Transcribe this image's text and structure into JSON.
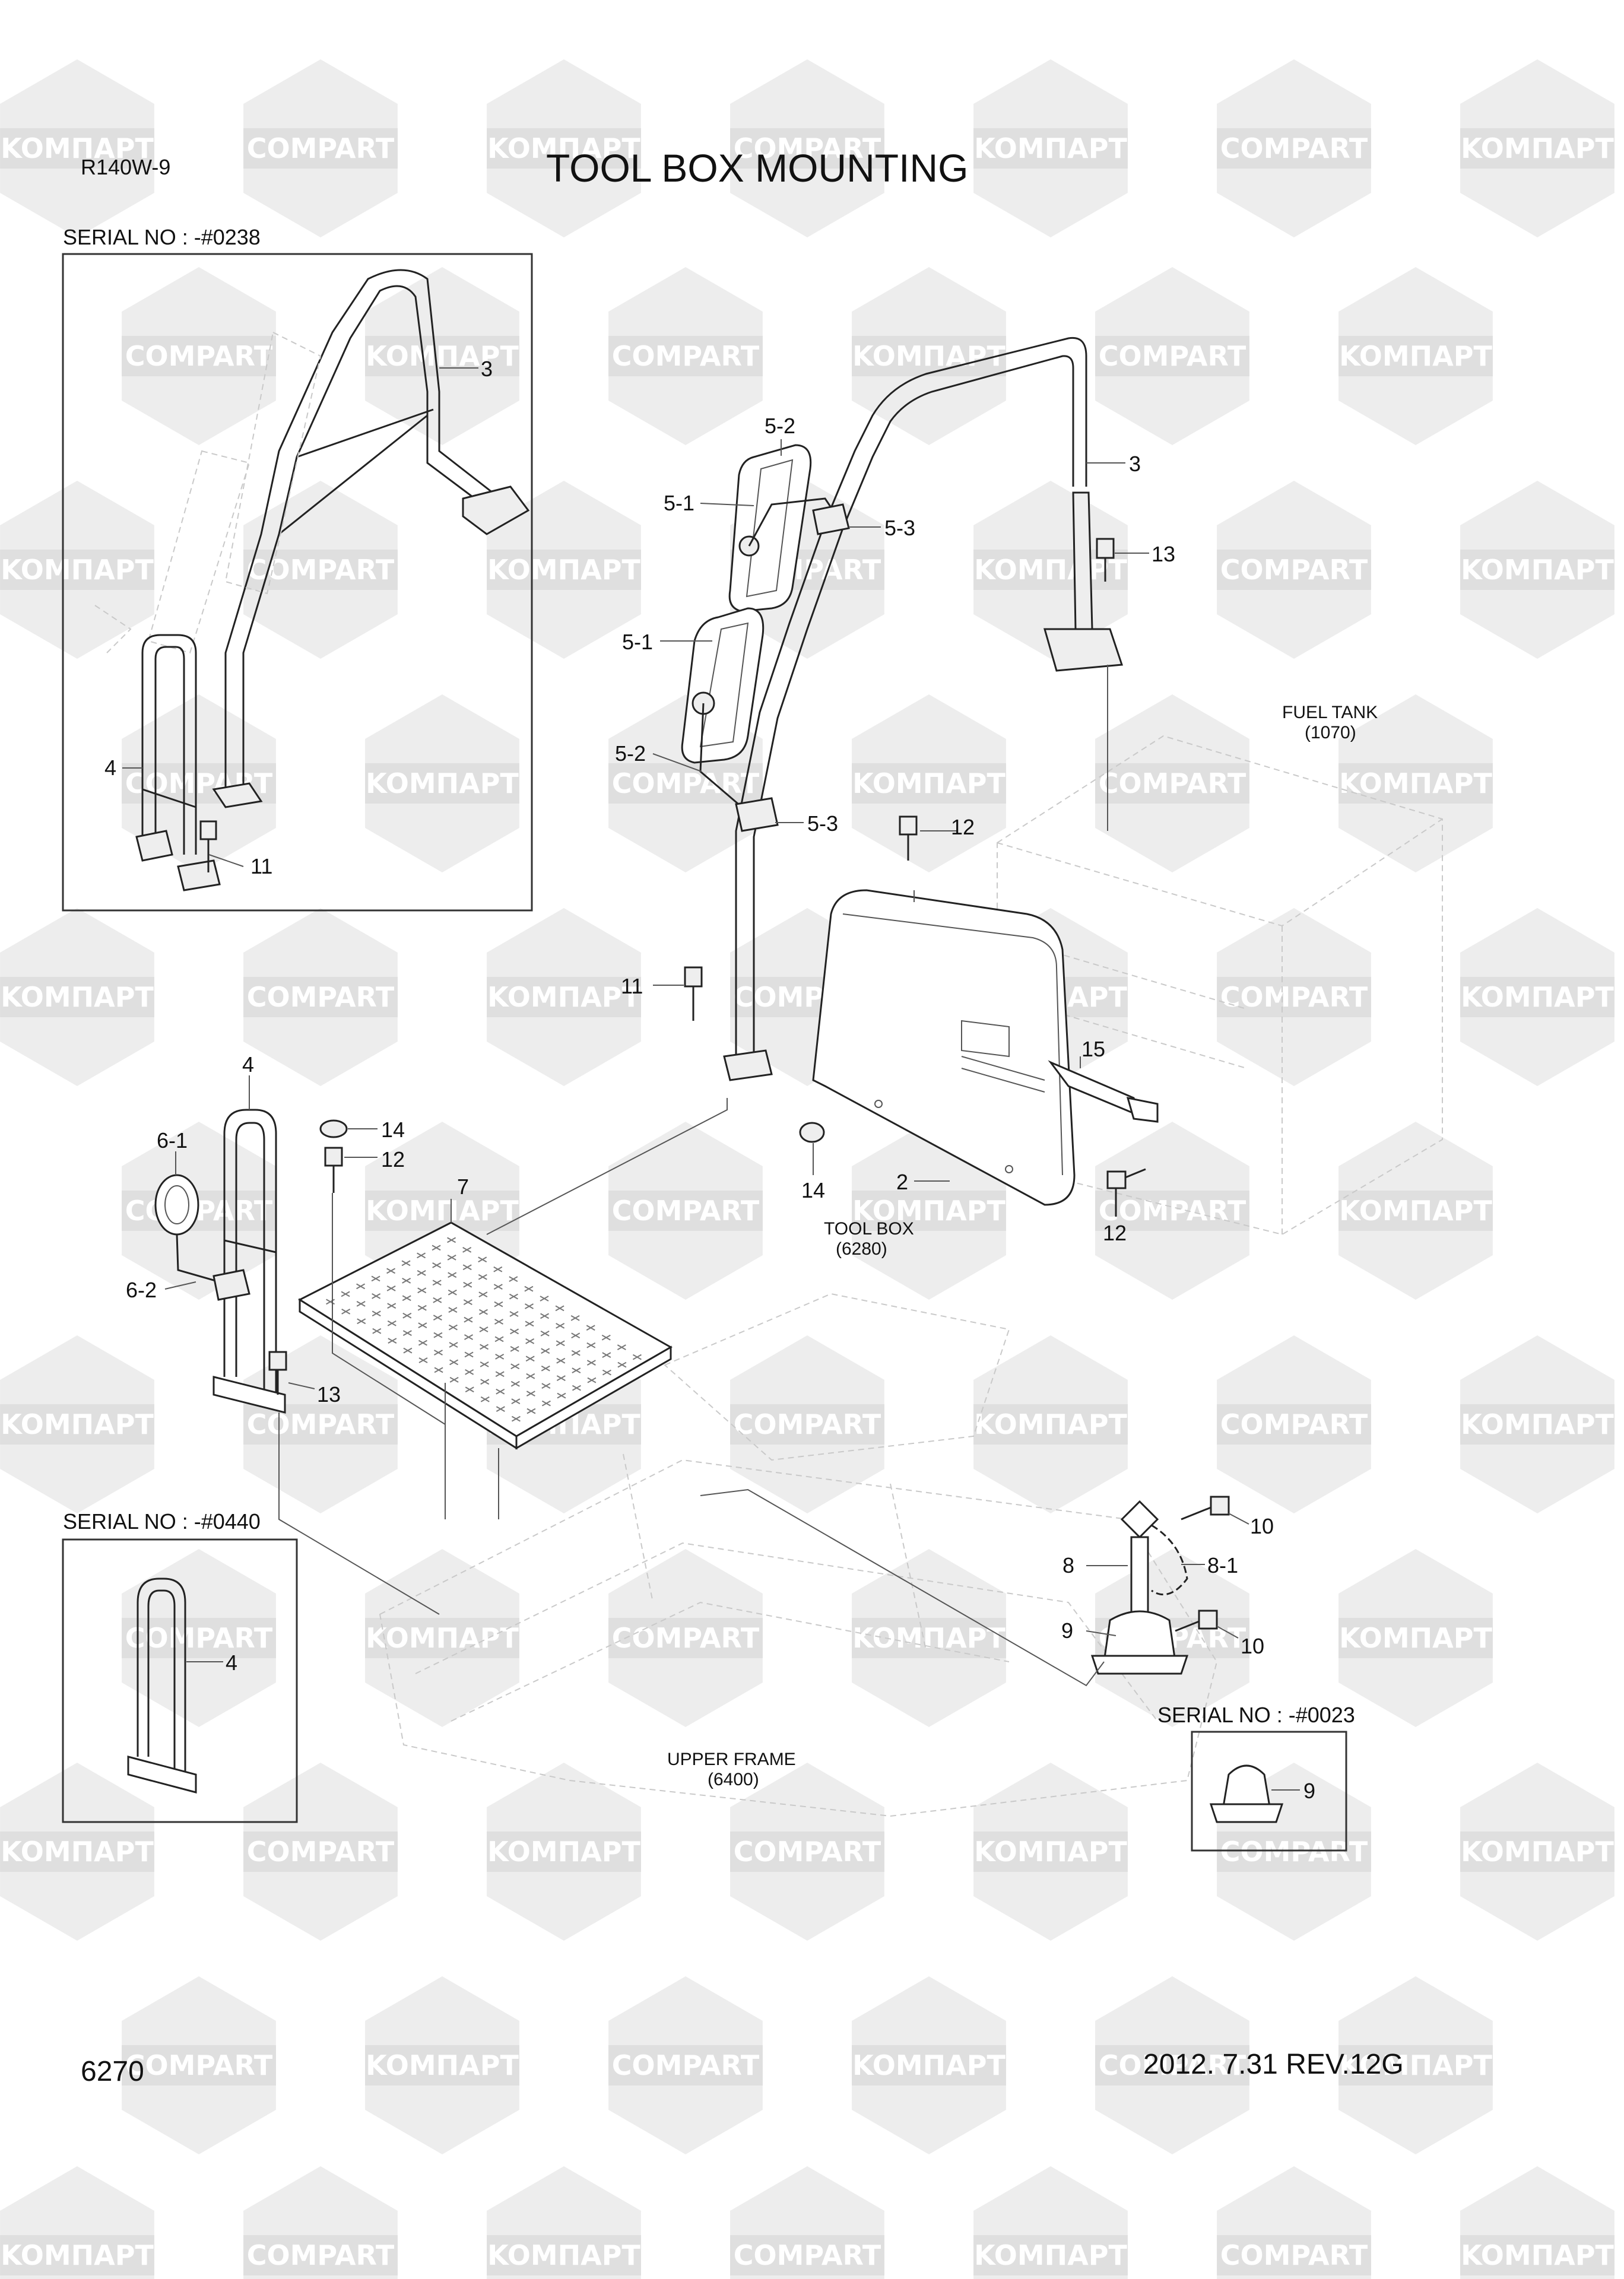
{
  "header": {
    "model": "R140W-9",
    "title": "TOOL BOX MOUNTING"
  },
  "footer": {
    "page_number": "6270",
    "revision": "2012. 7.31  REV.12G"
  },
  "watermark": {
    "texts": [
      "KOMПAPT",
      "COMPART"
    ],
    "color": "#d8d8d8"
  },
  "inset_serial_labels": {
    "top_left": "SERIAL NO : -#0238",
    "bottom_left": "SERIAL NO : -#0440",
    "bottom_right": "SERIAL NO : -#0023"
  },
  "reference_labels": {
    "fuel_tank": {
      "name": "FUEL TANK",
      "code": "(1070)"
    },
    "tool_box": {
      "name": "TOOL BOX",
      "code": "(6280)"
    },
    "upper_frame": {
      "name": "UPPER FRAME",
      "code": "(6400)"
    }
  },
  "callouts": {
    "c3_main": "3",
    "c5_2_top": "5-2",
    "c5_1_top": "5-1",
    "c5_3_top": "5-3",
    "c13_top": "13",
    "c5_1_mid": "5-1",
    "c5_2_mid": "5-2",
    "c5_3_mid": "5-3",
    "c12_top": "12",
    "c11_main": "11",
    "c15": "15",
    "c14_right": "14",
    "c2": "2",
    "c12_right": "12",
    "c4_main": "4",
    "c6_1": "6-1",
    "c6_2": "6-2",
    "c14_left": "14",
    "c12_left": "12",
    "c7": "7",
    "c13_left": "13",
    "c10_top": "10",
    "c8": "8",
    "c8_1": "8-1",
    "c9_main": "9",
    "c10_bottom": "10",
    "inset1_c3": "3",
    "inset1_c4": "4",
    "inset1_c11": "11",
    "inset2_c4": "4",
    "inset3_c9": "9"
  }
}
